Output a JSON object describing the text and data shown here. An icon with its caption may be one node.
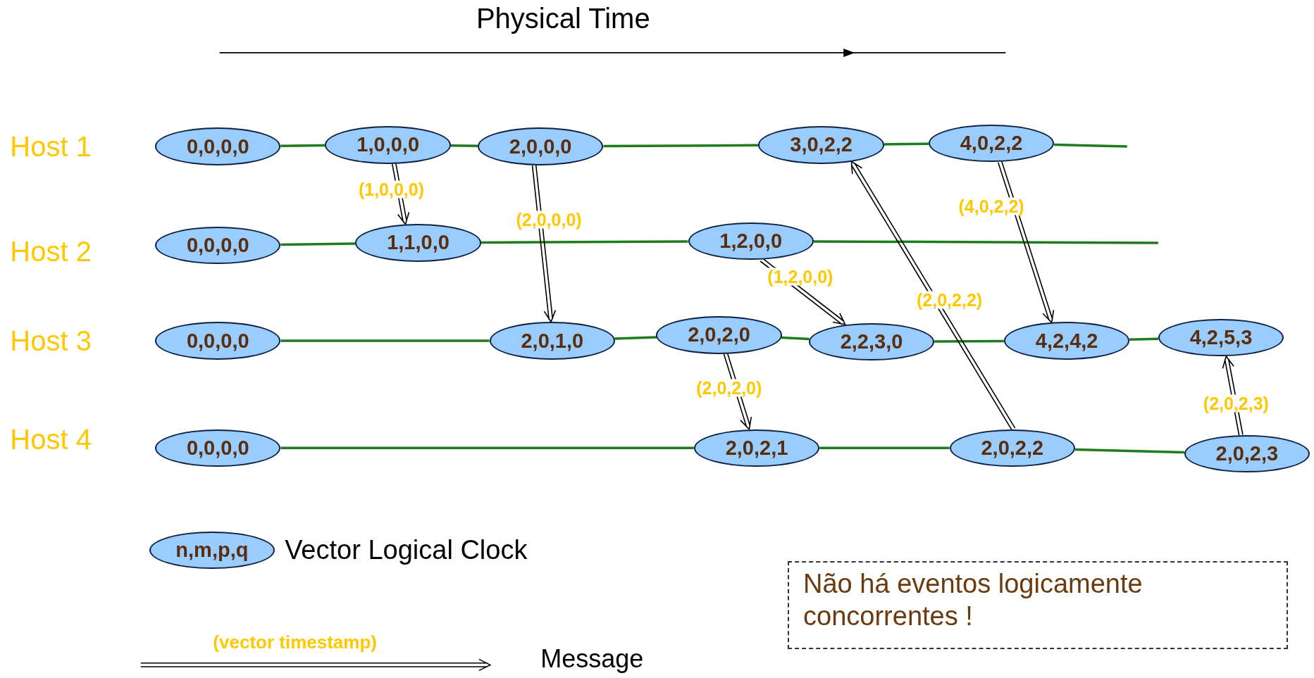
{
  "diagram": {
    "nodes": [
      {
        "text": [
          "0,0,0,0"
        ]
      },
      {
        "text": [
          "1,0,0,0"
        ]
      },
      {
        "text": [
          "2,0,0,0"
        ]
      },
      {
        "text": [
          "3,0,2,2"
        ]
      },
      {
        "text": [
          "4,0,2,2"
        ]
      },
      {
        "text": [
          "0,0,0,0"
        ]
      },
      {
        "text": [
          "1,1,0,0"
        ]
      },
      {
        "text": [
          "1,2,0,0"
        ]
      },
      {
        "text": [
          "0,0,0,0"
        ]
      },
      {
        "text": [
          "2,0,1,0"
        ]
      },
      {
        "text": [
          "2,0,2,0"
        ]
      },
      {
        "text": [
          "2,2,3,0"
        ]
      },
      {
        "text": [
          "4,2,4,2"
        ]
      },
      {
        "text": [
          "4,2,5,3"
        ]
      },
      {
        "text": [
          "0,0,0,0"
        ]
      },
      {
        "text": [
          "2,0,2,1"
        ]
      },
      {
        "text": [
          "2,0,2,2"
        ]
      },
      {
        "text": [
          "2,0,2,3"
        ]
      },
      {
        "text": [
          "n,m,p,q"
        ],
        "beside": [
          "Vector Logical Clock"
        ]
      },
      {
        "text": [
          "Não há eventos logicamente concorrentes !"
        ]
      }
    ],
    "edges": [
      {
        "from": 0,
        "to": 1,
        "arrow": "none"
      },
      {
        "from": 1,
        "to": 2,
        "arrow": "none"
      },
      {
        "from": 2,
        "to": 3,
        "arrow": "none"
      },
      {
        "from": 3,
        "to": 4,
        "arrow": "none"
      },
      {
        "from": 4,
        "to": null,
        "arrow": "none"
      },
      {
        "from": 5,
        "to": 6,
        "arrow": "none"
      },
      {
        "from": 6,
        "to": 7,
        "arrow": "none"
      },
      {
        "from": 7,
        "to": null,
        "arrow": "none"
      },
      {
        "from": 8,
        "to": 9,
        "arrow": "none"
      },
      {
        "from": 9,
        "to": 10,
        "arrow": "none"
      },
      {
        "from": 10,
        "to": 11,
        "arrow": "none"
      },
      {
        "from": 11,
        "to": 12,
        "arrow": "none"
      },
      {
        "from": 12,
        "to": 13,
        "arrow": "none"
      },
      {
        "from": 14,
        "to": 15,
        "arrow": "none"
      },
      {
        "from": 15,
        "to": 16,
        "arrow": "none"
      },
      {
        "from": 16,
        "to": 17,
        "arrow": "none"
      },
      {
        "from": 1,
        "to": 6,
        "arrow": "to",
        "label": "(1,0,0,0)",
        "color": "#000000"
      },
      {
        "from": 2,
        "to": 9,
        "arrow": "to",
        "label": "(2,0,0,0)",
        "color": "#000000"
      },
      {
        "from": 7,
        "to": 11,
        "arrow": "to",
        "label": "(1,2,0,0)",
        "color": "#000000"
      },
      {
        "from": 10,
        "to": 15,
        "arrow": "to",
        "label": "(2,0,2,0)",
        "color": "#000000"
      },
      {
        "from": 16,
        "to": 3,
        "arrow": "to",
        "label": "(2,0,2,2)",
        "color": "#000000"
      },
      {
        "from": 4,
        "to": 12,
        "arrow": "to",
        "label": "(4,0,2,2)",
        "color": "#000000"
      },
      {
        "from": 17,
        "to": 13,
        "arrow": "to",
        "label": "(2,0,2,3)",
        "color": "#000000"
      }
    ],
    "labels": [
      "Physical Time",
      "Host 1",
      "Host 2",
      "Host 3",
      "Host 4",
      "(vector timestamp)"
    ],
    "legend": [
      {
        "text": "Message"
      }
    ]
  }
}
